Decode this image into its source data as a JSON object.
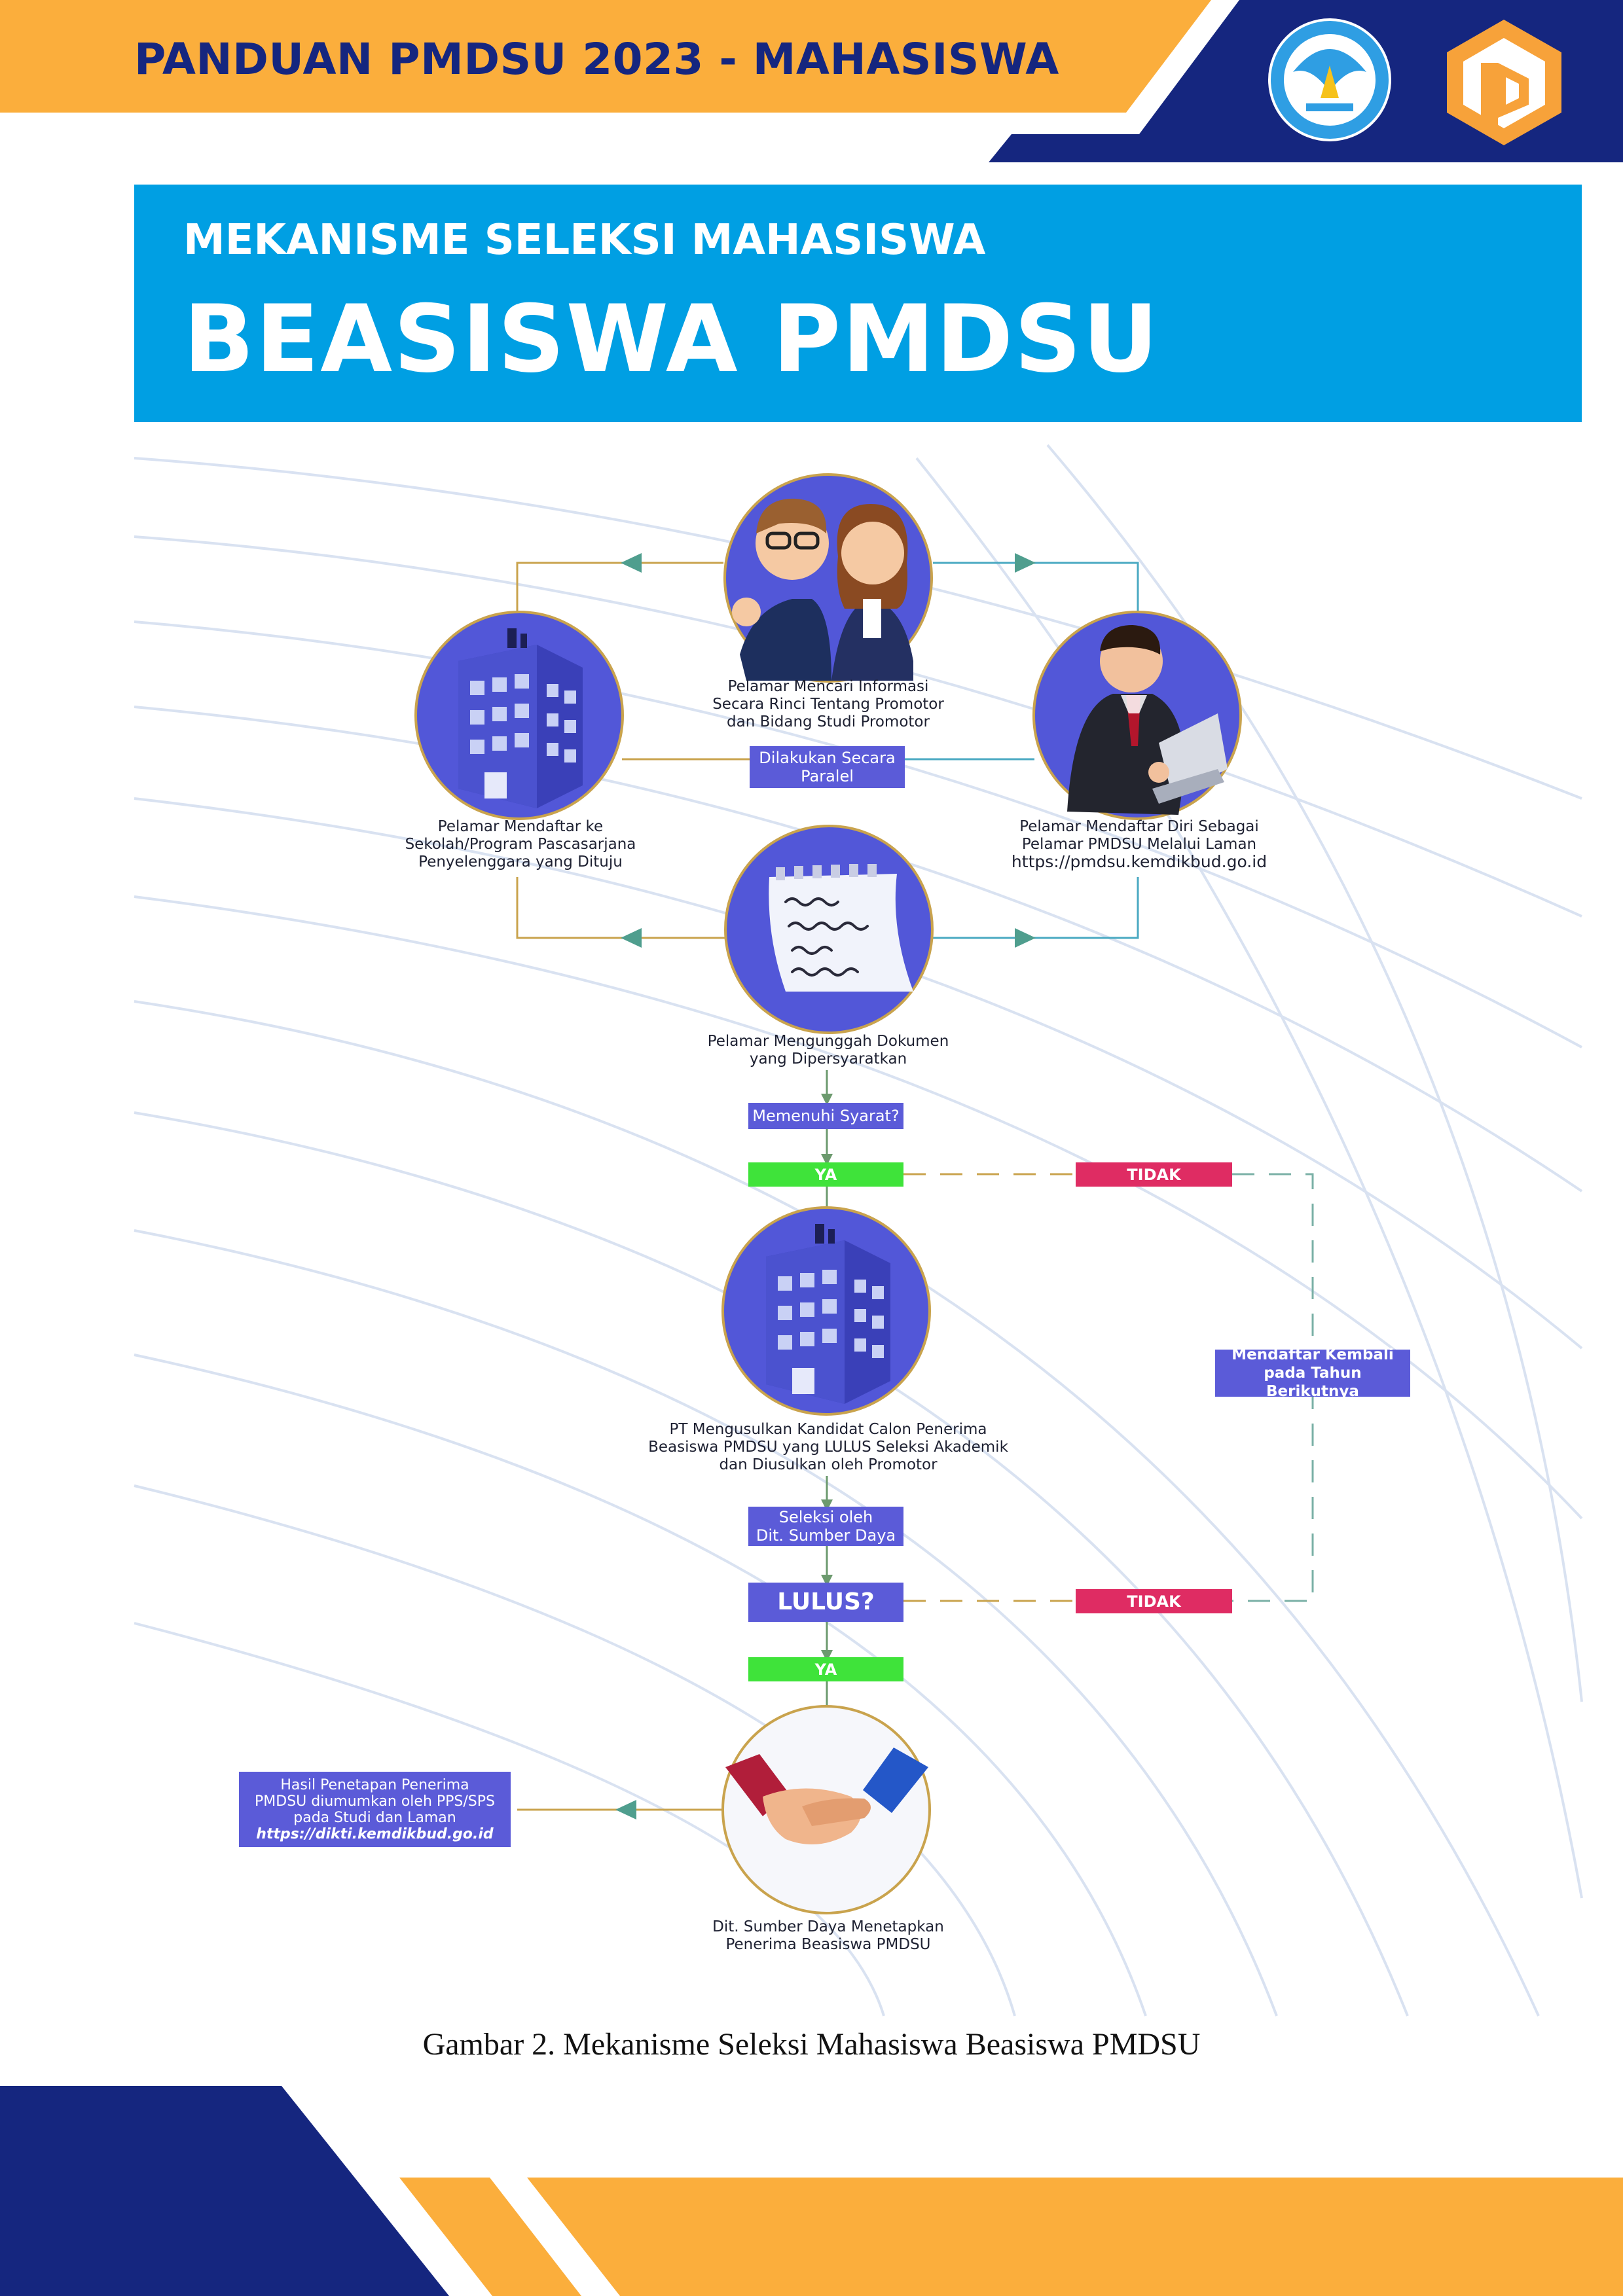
{
  "header": {
    "title": "PANDUAN PMDSU 2023 - MAHASISWA"
  },
  "banner": {
    "subtitle": "MEKANISME SELEKSI MAHASISWA",
    "title": "BEASISWA PMDSU"
  },
  "logos": {
    "left": "tut-wuri-handayani-logo",
    "right": "pmdsu-logo"
  },
  "flow": {
    "step_info": "Pelamar Mencari Informasi\nSecara Rinci Tentang Promotor\ndan Bidang Studi Promotor",
    "step_school": "Pelamar Mendaftar ke\nSekolah/Program Pascasarjana\nPenyelenggara yang Dituju",
    "parallel": "Dilakukan Secara\nParalel",
    "step_register": "Pelamar Mendaftar Diri Sebagai\nPelamar PMDSU Melalui Laman",
    "register_url": "https://pmdsu.kemdikbud.go.id",
    "step_upload": "Pelamar Mengunggah Dokumen\nyang Dipersyaratkan",
    "q_requirements": "Memenuhi Syarat?",
    "yes_1": "YA",
    "no_1": "TIDAK",
    "reapply": "Mendaftar Kembali\npada Tahun Berikutnya",
    "step_propose": "PT Mengusulkan Kandidat Calon Penerima\nBeasiswa PMDSU yang LULUS Seleksi Akademik\ndan Diusulkan oleh Promotor",
    "selection": "Seleksi oleh\nDit. Sumber Daya",
    "q_pass": "LULUS?",
    "no_2": "TIDAK",
    "yes_2": "YA",
    "result": "Hasil Penetapan Penerima\nPMDSU diumumkan oleh PPS/SPS\npada Studi dan Laman",
    "result_url": "https://dikti.kemdikbud.go.id",
    "step_final": "Dit. Sumber Daya Menetapkan\nPenerima Beasiswa PMDSU"
  },
  "caption": "Gambar 2. Mekanisme Seleksi Mahasiswa Beasiswa PMDSU",
  "colors": {
    "navy": "#15267f",
    "orange": "#fbae3c",
    "banner_blue": "#009fe3",
    "node_purple": "#5b5bd8",
    "yes_green": "#3fe33a",
    "no_red": "#df2c63"
  }
}
